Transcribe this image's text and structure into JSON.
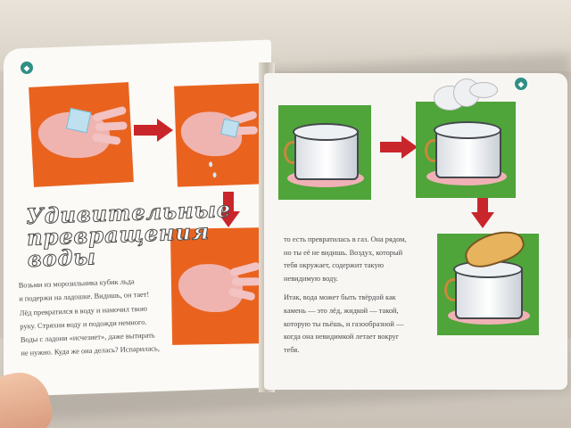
{
  "book": {
    "heading": "Удивительные превращения воды",
    "left_text": "Возьми из морозильника кубик льда\nи подержи на ладошке. Видишь, он тает!\nЛёд превратился в воду и намочил твою\nруку. Стряхни воду и подожди немного.\nВоды с ладони «исчезнет», даже вытирать\nне нужно. Куда же она делась? Испарилась,",
    "right_text_1": "то есть превратилась в газ. Она рядом,\nно ты её не видишь. Воздух, который\nтебя окружает, содержит такую\nневидимую воду.",
    "right_text_2": "Итак, вода может быть твёрдой как\nкамень — это лёд, жидкой — такой,\nкоторую ты пьёшь, и газообразной —\nкогда она невидимкой летает вокруг\nтебя."
  },
  "colors": {
    "orange_panel": "#e9631f",
    "green_panel": "#4fa43a",
    "arrow": "#c9262b",
    "page_number_badge": "#2f8f86"
  },
  "illustrations": [
    {
      "name": "hand-holding-ice-cube",
      "icon": "hand-icon"
    },
    {
      "name": "ice-melting-on-hand",
      "icon": "hand-icon"
    },
    {
      "name": "wet-empty-hand",
      "icon": "hand-icon"
    },
    {
      "name": "pot-of-water",
      "icon": "pot-icon"
    },
    {
      "name": "boiling-pot-with-steam",
      "icon": "steam-icon"
    },
    {
      "name": "pot-with-lifted-lid",
      "icon": "lid-icon"
    }
  ]
}
